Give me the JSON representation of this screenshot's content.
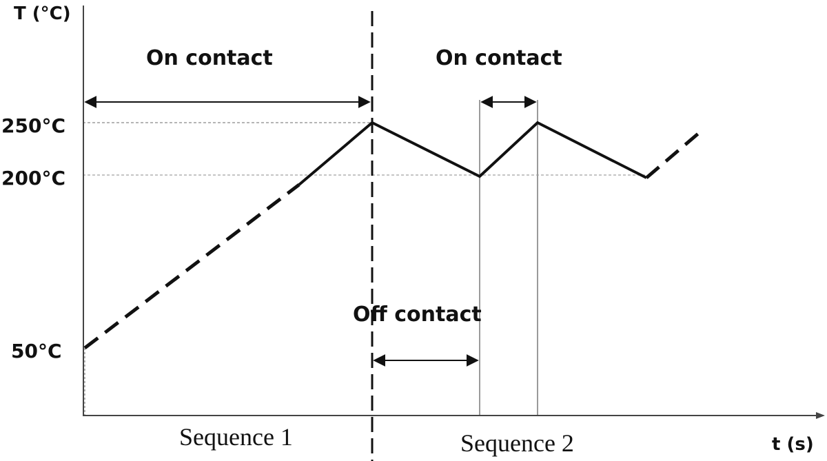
{
  "axes": {
    "y_label": "T (°C)",
    "x_label": "t (s)"
  },
  "y_ticks": [
    {
      "value": 250,
      "label": "250°C"
    },
    {
      "value": 200,
      "label": "200°C"
    },
    {
      "value": 50,
      "label": "50°C"
    }
  ],
  "annotations": {
    "on_contact_1": "On contact",
    "on_contact_2": "On contact",
    "off_contact": "Off contact",
    "sequence_1": "Sequence 1",
    "sequence_2": "Sequence 2"
  },
  "colors": {
    "curve": "#111111",
    "axis": "#444444",
    "guide": "#b5b5b5",
    "text": "#111111"
  },
  "chart_data": {
    "type": "line",
    "xlabel": "t (s)",
    "ylabel": "T (°C)",
    "y_ticks": [
      50,
      200,
      250
    ],
    "x_ticks": [],
    "series": [
      {
        "style": "dashed",
        "points": [
          [
            0,
            50
          ],
          [
            4.3,
            200
          ]
        ]
      },
      {
        "style": "solid",
        "points": [
          [
            4.3,
            200
          ],
          [
            5.8,
            250
          ],
          [
            7.6,
            200
          ],
          [
            8.5,
            250
          ],
          [
            11.1,
            200
          ]
        ]
      },
      {
        "style": "dashed",
        "points": [
          [
            11.1,
            200
          ],
          [
            12.3,
            240
          ]
        ]
      }
    ],
    "grid": false,
    "legend": "none"
  }
}
